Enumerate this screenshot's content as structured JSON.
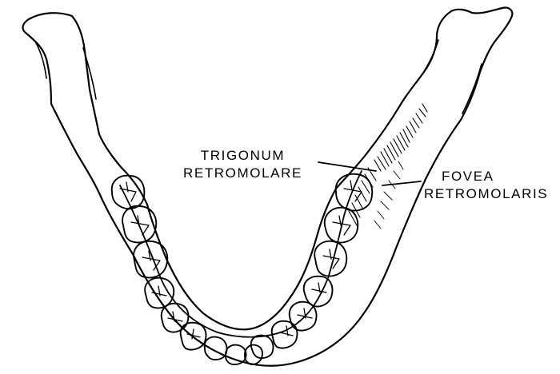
{
  "figure": {
    "labels": {
      "trigonum": [
        "TRIGONUM",
        "RETROMOLARE"
      ],
      "fovea": [
        "FOVEA",
        "RETROMOLARIS"
      ]
    },
    "colors": {
      "ink": "#000000",
      "background": "#ffffff"
    }
  }
}
